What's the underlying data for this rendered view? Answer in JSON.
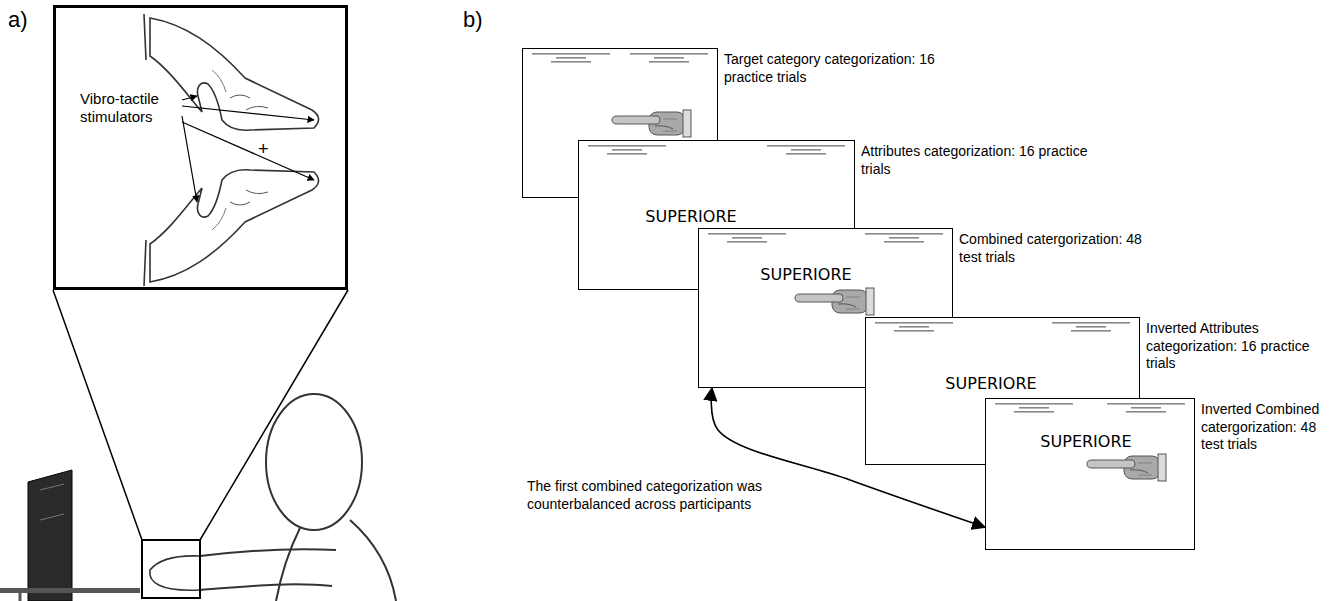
{
  "diagram": {
    "nodes": [
      {
        "text": [
          "Vibro-tactile stimulators",
          "+"
        ]
      },
      {
        "text": [
          "Target category categorization: 16 practice trials"
        ]
      },
      {
        "text": [
          "Attributes categorization: 16 practice trials",
          "SUPERIORE"
        ]
      },
      {
        "text": [
          "Combined catergorization: 48 test trials",
          "SUPERIORE"
        ]
      },
      {
        "text": [
          "Inverted Attributes categorization: 16 practice trials",
          "SUPERIORE"
        ]
      },
      {
        "text": [
          "Inverted Combined catergorization: 48 test trials",
          "SUPERIORE"
        ]
      }
    ],
    "edges": [
      {
        "from": 3,
        "to": 5,
        "arrow": "both"
      }
    ],
    "labels": [
      "a)",
      "b)",
      "The first combined categorization was counterbalanced across participants"
    ]
  }
}
